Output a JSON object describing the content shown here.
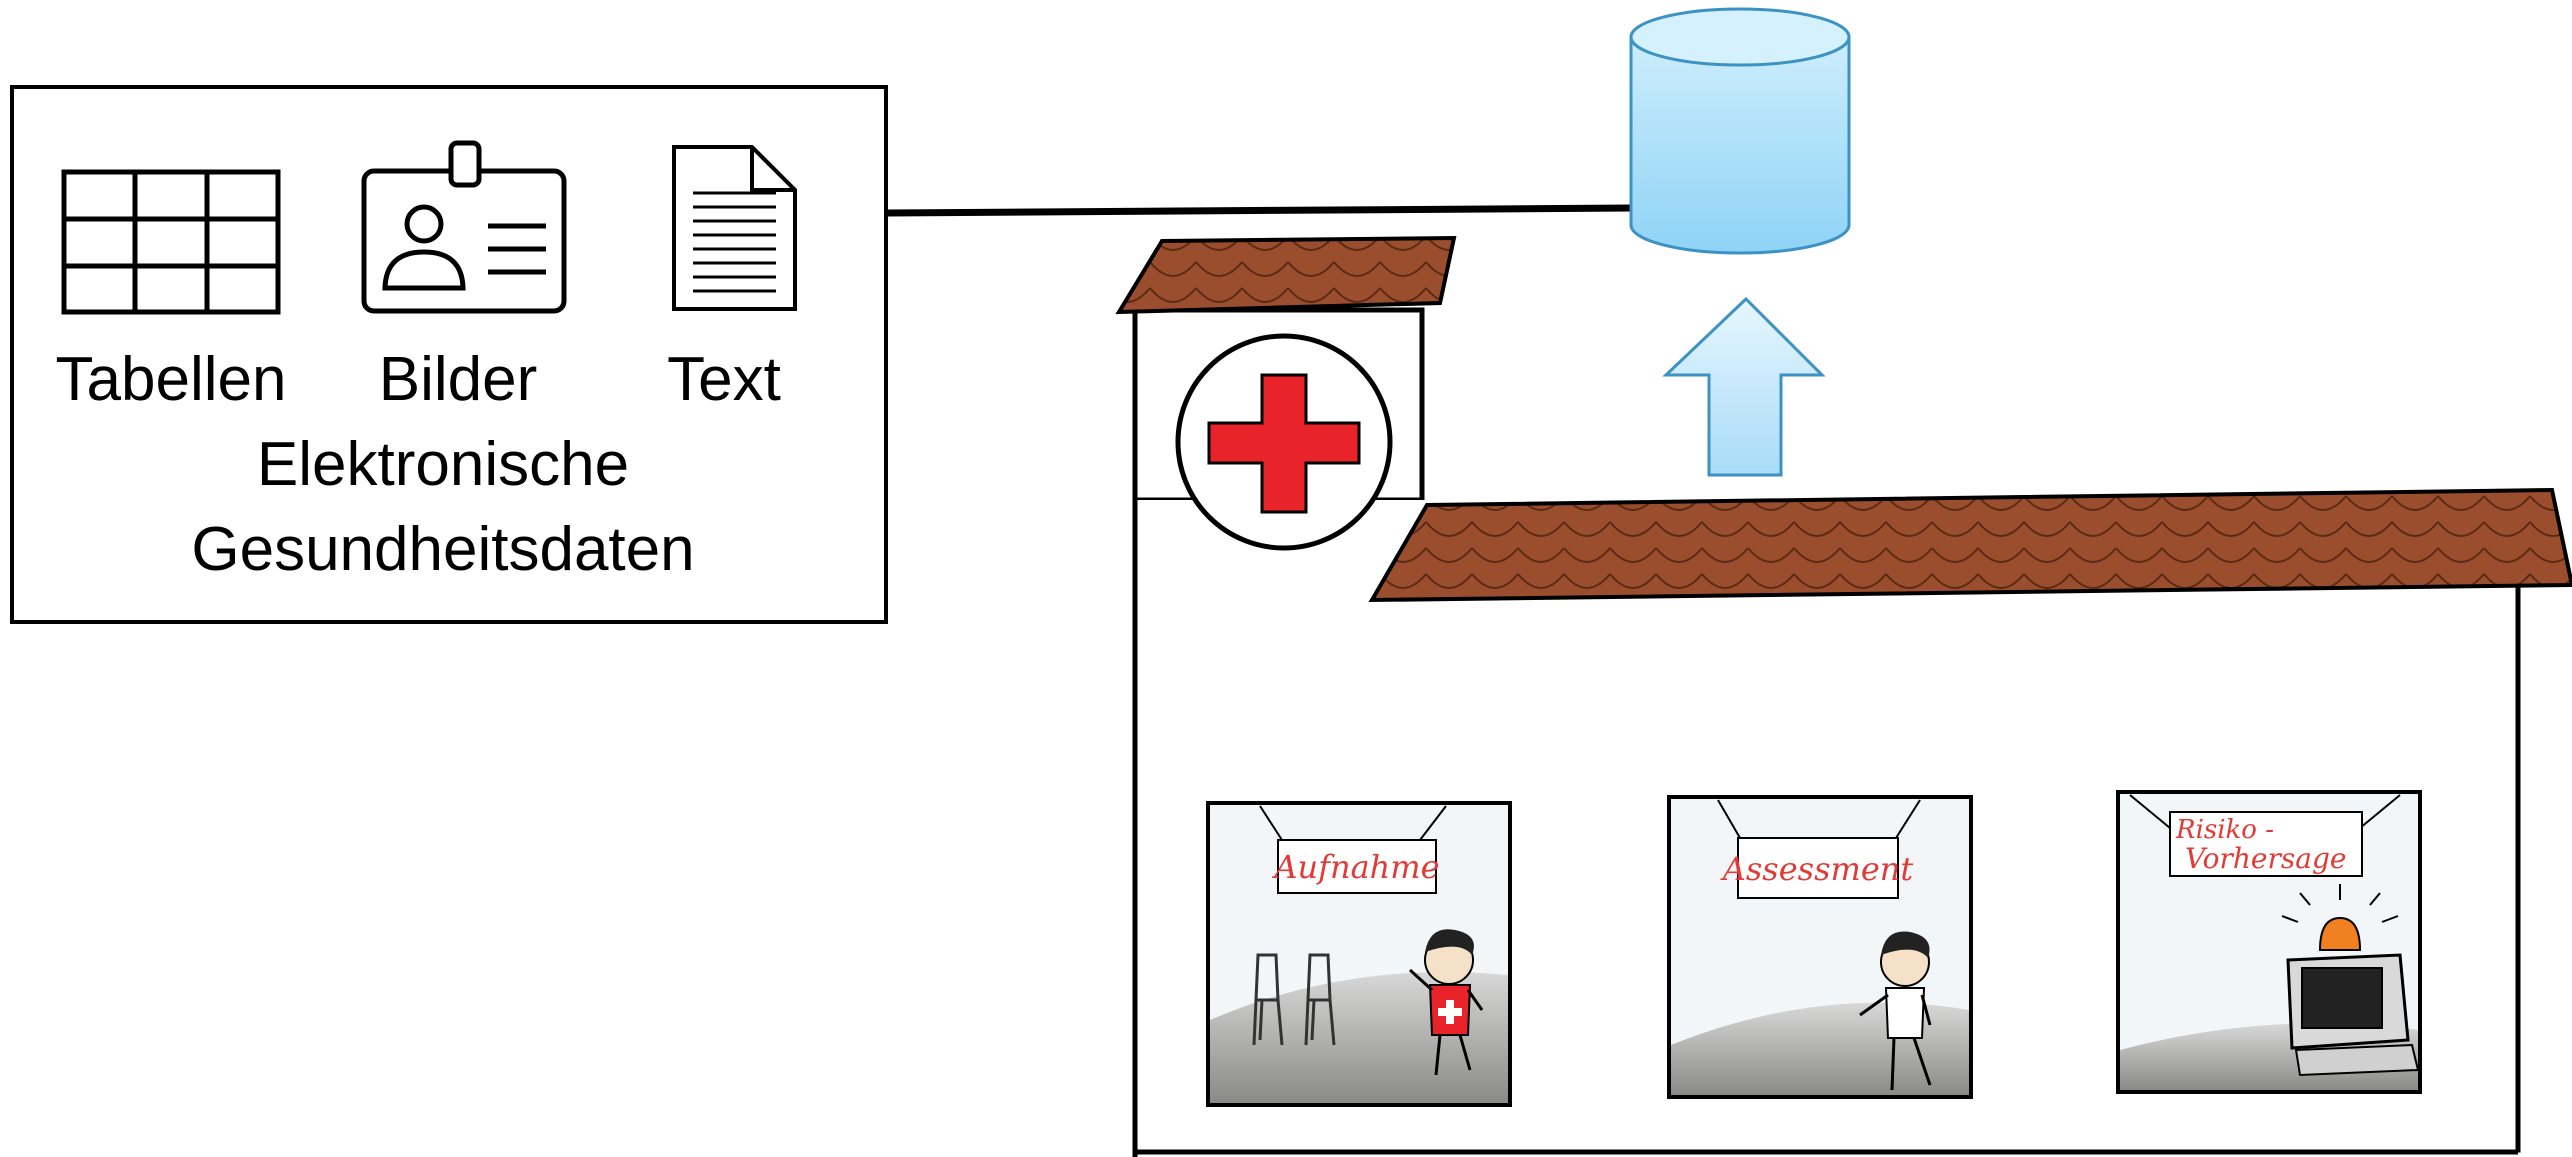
{
  "ehr_box": {
    "items": [
      {
        "label": "Tabellen",
        "icon": "table-icon"
      },
      {
        "label": "Bilder",
        "icon": "id-card-icon"
      },
      {
        "label": "Text",
        "icon": "document-icon"
      }
    ],
    "title_line1": "Elektronische",
    "title_line2": "Gesundheitsdaten"
  },
  "hospital": {
    "cross_color": "#e8242a",
    "roof_color": "#9c4f2e",
    "rooms": [
      {
        "sign": "Aufnahme",
        "scene": "waiting-chairs-and-patient"
      },
      {
        "sign": "Assessment",
        "scene": "patient-walking"
      },
      {
        "sign_line1": "Risiko -",
        "sign_line2": "Vorhersage",
        "scene": "computer-with-alarm-light"
      }
    ]
  },
  "database": {
    "icon": "database-icon",
    "color": "#a6dcf7"
  },
  "arrow": {
    "icon": "arrow-up-icon",
    "color": "#bfe6fb"
  }
}
